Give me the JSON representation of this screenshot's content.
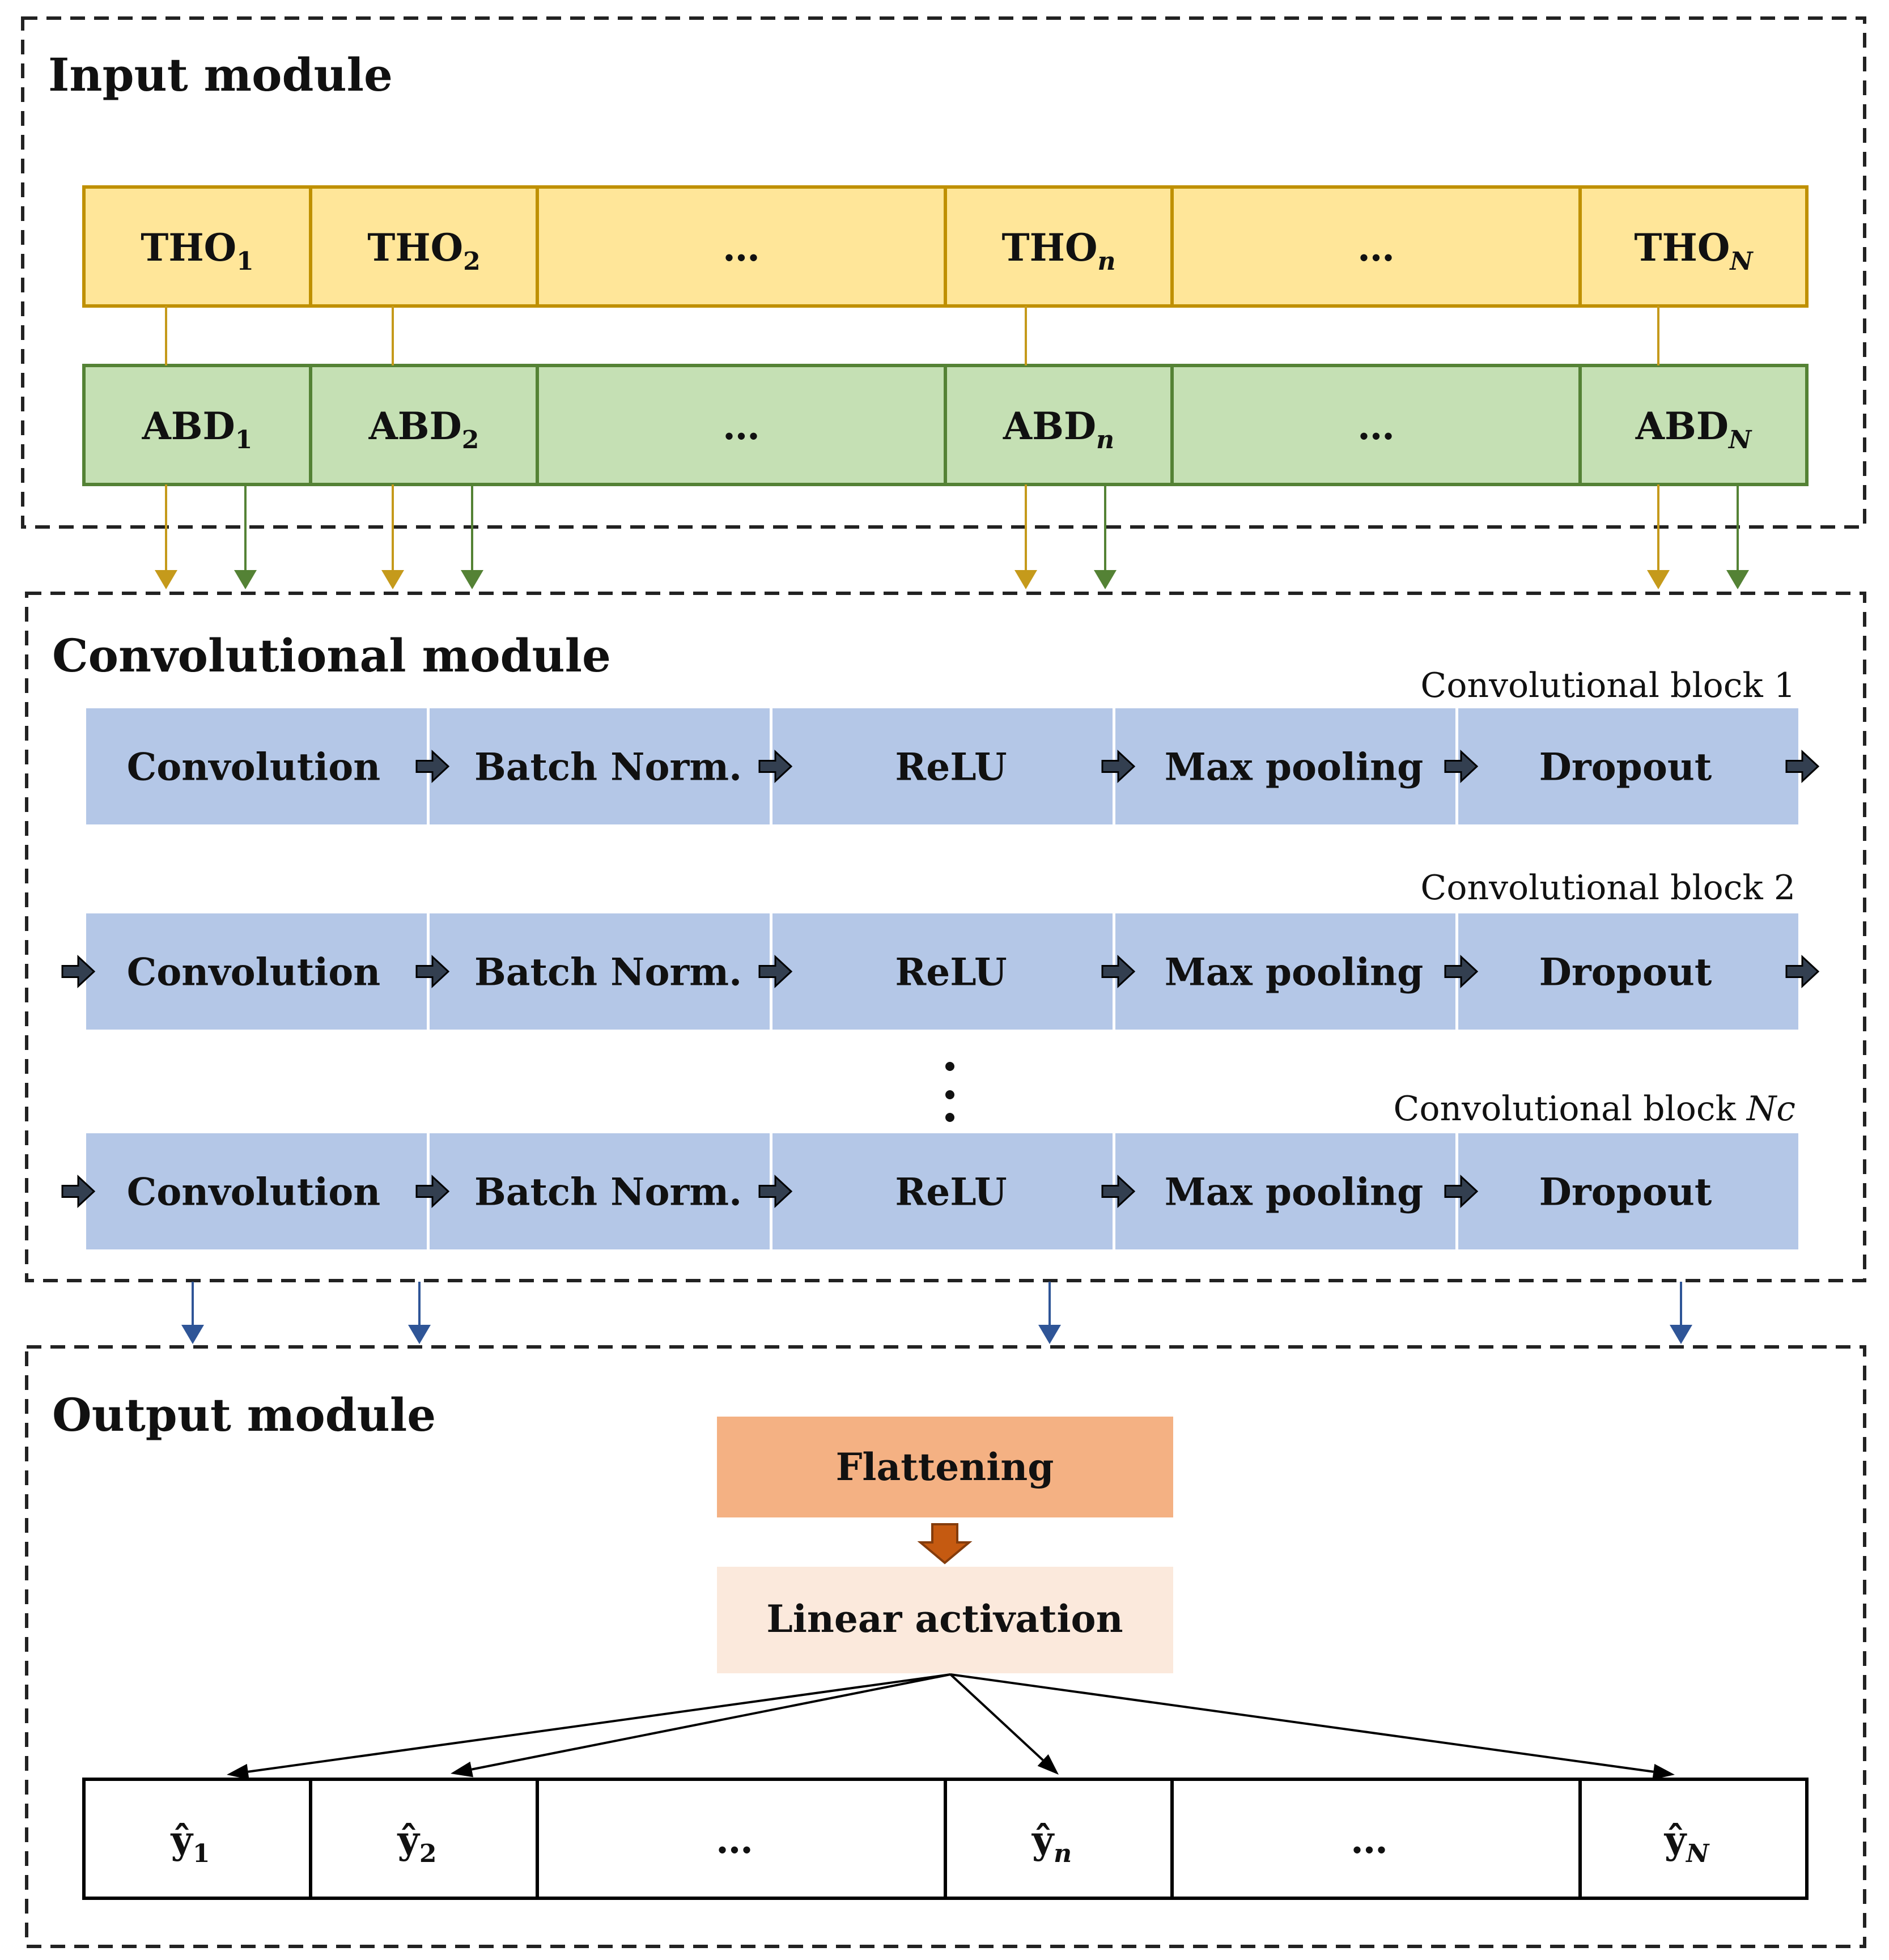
{
  "input_module": {
    "title": "Input module",
    "tho_cells": [
      {
        "base": "THO",
        "sub": "1",
        "sub_italic": false
      },
      {
        "base": "THO",
        "sub": "2",
        "sub_italic": false
      },
      {
        "base": "…",
        "sub": "",
        "sub_italic": false
      },
      {
        "base": "THO",
        "sub": "n",
        "sub_italic": true
      },
      {
        "base": "…",
        "sub": "",
        "sub_italic": false
      },
      {
        "base": "THO",
        "sub": "N",
        "sub_italic": true
      }
    ],
    "abd_cells": [
      {
        "base": "ABD",
        "sub": "1",
        "sub_italic": false
      },
      {
        "base": "ABD",
        "sub": "2",
        "sub_italic": false
      },
      {
        "base": "…",
        "sub": "",
        "sub_italic": false
      },
      {
        "base": "ABD",
        "sub": "n",
        "sub_italic": true
      },
      {
        "base": "…",
        "sub": "",
        "sub_italic": false
      },
      {
        "base": "ABD",
        "sub": "N",
        "sub_italic": true
      }
    ]
  },
  "convolutional_module": {
    "title": "Convolutional module",
    "steps": [
      "Convolution",
      "Batch Norm.",
      "ReLU",
      "Max pooling",
      "Dropout"
    ],
    "blocks": [
      {
        "label": "Convolutional block 1",
        "label_main": "Convolutional block ",
        "label_suffix": "1",
        "suffix_italic": false
      },
      {
        "label": "Convolutional block 2",
        "label_main": "Convolutional block ",
        "label_suffix": "2",
        "suffix_italic": false
      },
      {
        "label": "Convolutional block Nc",
        "label_main": "Convolutional block ",
        "label_suffix": "Nc",
        "suffix_italic": true
      }
    ]
  },
  "output_module": {
    "title": "Output module",
    "flattening": "Flattening",
    "linear_activation": "Linear activation",
    "outputs": [
      {
        "base": "ŷ",
        "sub": "1",
        "sub_italic": false
      },
      {
        "base": "ŷ",
        "sub": "2",
        "sub_italic": false
      },
      {
        "base": "…",
        "sub": "",
        "sub_italic": false
      },
      {
        "base": "ŷ",
        "sub": "n",
        "sub_italic": true
      },
      {
        "base": "…",
        "sub": "",
        "sub_italic": false
      },
      {
        "base": "ŷ",
        "sub": "N",
        "sub_italic": true
      }
    ]
  },
  "colors": {
    "tho_fill": "#FFE699",
    "tho_stroke": "#BF9000",
    "abd_fill": "#C5E0B4",
    "abd_stroke": "#548235",
    "step_fill": "#B4C7E7",
    "flatten_fill": "#F4B183",
    "linear_fill": "#FBE9DC",
    "tho_arrow": "#C59A1B",
    "abd_arrow": "#548235",
    "conv_arrow": "#2F5597",
    "flatten_arrow": "#C55A11",
    "chevron": "#333F50"
  }
}
